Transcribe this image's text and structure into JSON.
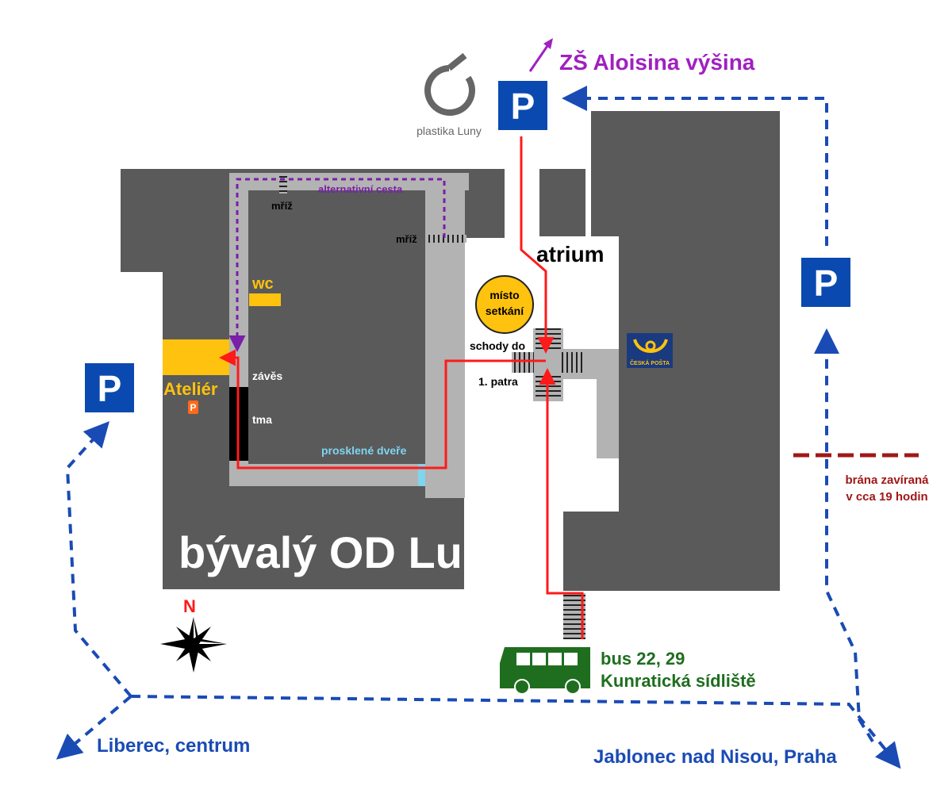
{
  "building": {
    "name": "bývalý OD Luna",
    "atrium": "atrium",
    "meeting_point": [
      "místo",
      "setkání"
    ],
    "stairs_line1": "schody do",
    "stairs_line2": "1. patra",
    "grille_top": "mříž",
    "grille_right": "mříž",
    "alternative_route": "alternativní cesta",
    "wc": "wc",
    "studio": "Ateliér",
    "studio_mark": "P",
    "curtain": "závěs",
    "dark": "tma",
    "glass_door": "prosklené dveře"
  },
  "landmarks": {
    "sculpture": "plastika Luny",
    "school": "ZŠ Aloisina výšina",
    "post_office": "ČESKÁ POŠTA"
  },
  "parking": {
    "symbol": "P"
  },
  "gate": [
    "brána zavíraná",
    "v cca 19 hodin"
  ],
  "bus": {
    "lines": "bus 22, 29",
    "stop": "Kunratická sídliště"
  },
  "directions": {
    "left": "Liberec, centrum",
    "right": "Jablonec nad Nisou, Praha"
  },
  "compass": "N",
  "colors": {
    "building": "#5a5a5a",
    "corridor": "#b3b3b3",
    "route": "#ff1a1a",
    "alt_route": "#7a1fa8",
    "parking": "#0a4ab0",
    "road_dash": "#1a4bb5",
    "studio": "#ffc20e",
    "bus": "#1f6e1f",
    "gate": "#a01818",
    "glass": "#7fd4f0"
  }
}
